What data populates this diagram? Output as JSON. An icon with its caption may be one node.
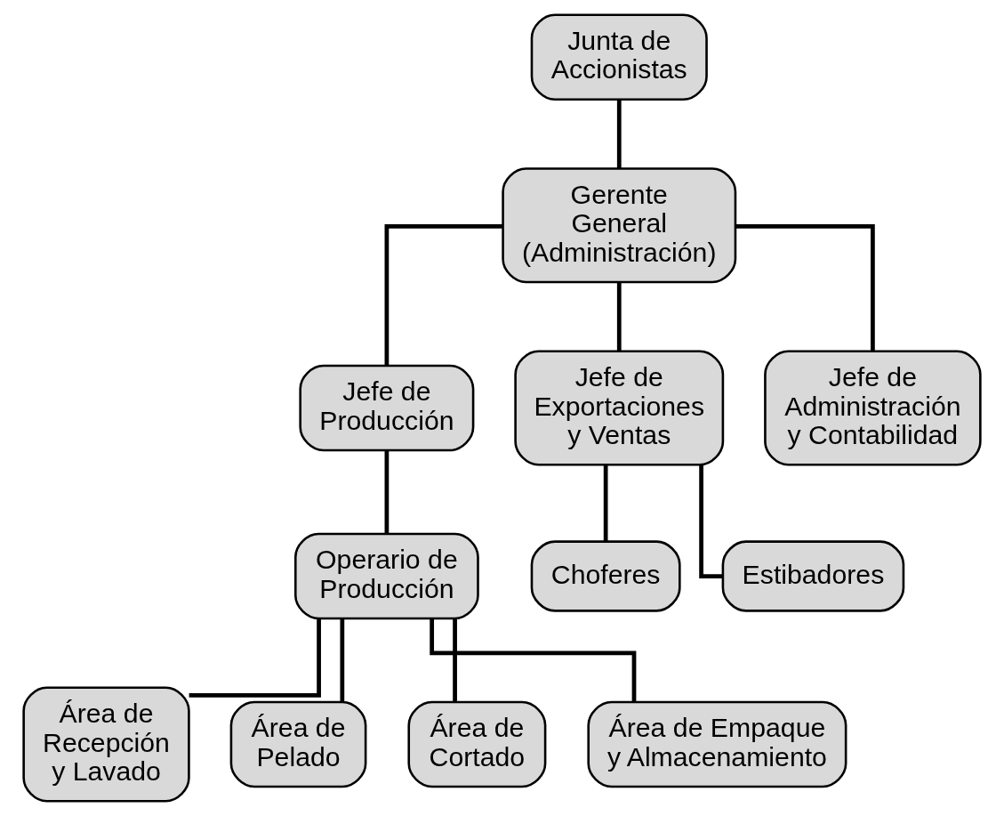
{
  "diagram": {
    "nodes": [
      {
        "text": [
          "Junta de Accionistas"
        ]
      },
      {
        "text": [
          "Gerente General (Administración)"
        ]
      },
      {
        "text": [
          "Jefe de Producción"
        ]
      },
      {
        "text": [
          "Jefe de Exportaciones y Ventas"
        ]
      },
      {
        "text": [
          "Jefe de Administración y Contabilidad"
        ]
      },
      {
        "text": [
          "Operario de Producción"
        ]
      },
      {
        "text": [
          "Choferes"
        ]
      },
      {
        "text": [
          "Estibadores"
        ]
      },
      {
        "text": [
          "Área de Recepción y Lavado"
        ]
      },
      {
        "text": [
          "Área de Pelado"
        ]
      },
      {
        "text": [
          "Área de Cortado"
        ]
      },
      {
        "text": [
          "Área de Empaque y Almacenamiento"
        ]
      }
    ],
    "edges": [
      {
        "from": 0,
        "to": 1,
        "arrow": "none"
      },
      {
        "from": 1,
        "to": 2,
        "arrow": "none"
      },
      {
        "from": 1,
        "to": 3,
        "arrow": "none"
      },
      {
        "from": 1,
        "to": 4,
        "arrow": "none"
      },
      {
        "from": 2,
        "to": 5,
        "arrow": "none"
      },
      {
        "from": 3,
        "to": 6,
        "arrow": "none"
      },
      {
        "from": 3,
        "to": 7,
        "arrow": "none"
      },
      {
        "from": 5,
        "to": 8,
        "arrow": "none"
      },
      {
        "from": 5,
        "to": 9,
        "arrow": "none"
      },
      {
        "from": 5,
        "to": 10,
        "arrow": "none"
      },
      {
        "from": 5,
        "to": 11,
        "arrow": "none"
      }
    ]
  }
}
